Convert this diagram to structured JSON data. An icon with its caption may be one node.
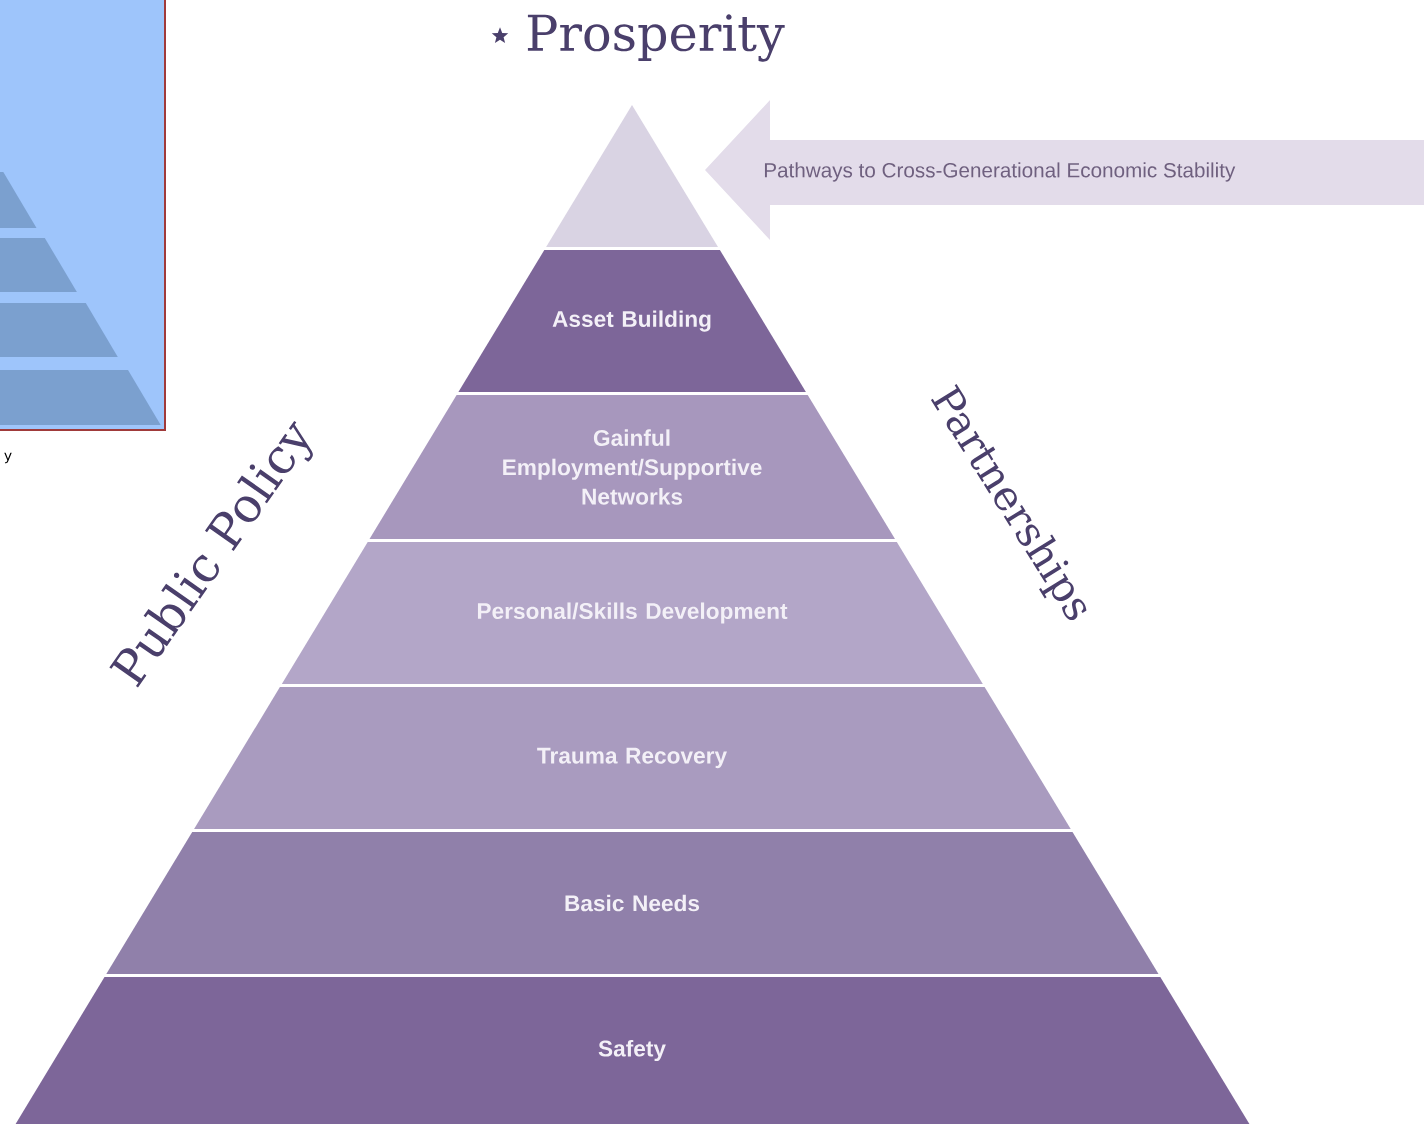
{
  "diagram": {
    "nodes": [
      {
        "text": [],
        "shape": "triangle"
      },
      {
        "text": [
          "Asset Building"
        ]
      },
      {
        "text": [
          "Gainful Employment/Supportive Networks"
        ]
      },
      {
        "text": [
          "Personal/Skills Development"
        ]
      },
      {
        "text": [
          "Trauma Recovery"
        ]
      },
      {
        "text": [
          "Basic Needs"
        ]
      },
      {
        "text": [
          "Safety"
        ]
      },
      {
        "text": [
          "Pathways to Cross-Generational Economic Stability"
        ]
      }
    ],
    "labels": [
      "Prosperity",
      "Public Policy",
      "Partnerships",
      "y"
    ]
  }
}
